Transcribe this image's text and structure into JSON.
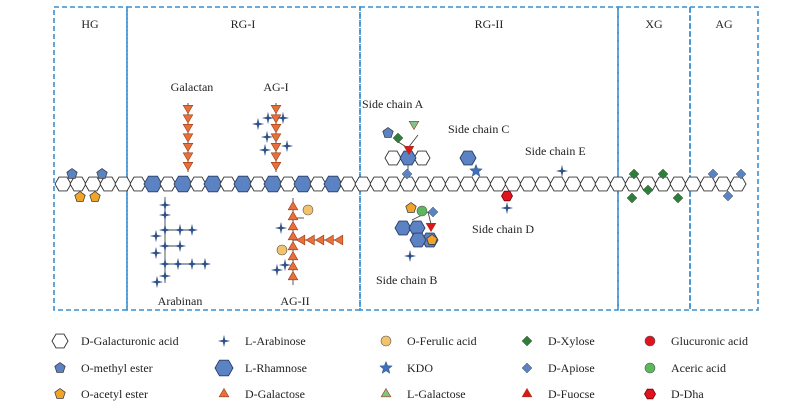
{
  "regions": [
    {
      "key": "hg",
      "label": "HG"
    },
    {
      "key": "rg1",
      "label": "RG-I"
    },
    {
      "key": "rg2",
      "label": "RG-II"
    },
    {
      "key": "xg",
      "label": "XG"
    },
    {
      "key": "ag",
      "label": "AG"
    }
  ],
  "labels": {
    "galactan": "Galactan",
    "ag1": "AG-I",
    "arabinan": "Arabinan",
    "ag2": "AG-II",
    "side_a": "Side chain A",
    "side_b": "Side chain B",
    "side_c": "Side chain C",
    "side_d": "Side chain D",
    "side_e": "Side chain E"
  },
  "legend": [
    {
      "symbol": "hexagon-white",
      "label": "D-Galacturonic acid"
    },
    {
      "symbol": "pentagon-blue",
      "label": "O-methyl ester"
    },
    {
      "symbol": "pentagon-orange",
      "label": "O-acetyl ester"
    },
    {
      "symbol": "star4-blue",
      "label": "L-Arabinose"
    },
    {
      "symbol": "hexagon-blue",
      "label": "L-Rhamnose"
    },
    {
      "symbol": "triangle-orange",
      "label": "D-Galactose"
    },
    {
      "symbol": "circle-yellow",
      "label": "O-Ferulic acid"
    },
    {
      "symbol": "star5-blue",
      "label": "KDO"
    },
    {
      "symbol": "triangle-green",
      "label": "L-Galactose"
    },
    {
      "symbol": "diamond-green",
      "label": "D-Xylose"
    },
    {
      "symbol": "diamond-blue",
      "label": "D-Apiose"
    },
    {
      "symbol": "triangle-red",
      "label": "D-Fuocse"
    },
    {
      "symbol": "circle-red",
      "label": "Glucuronic acid"
    },
    {
      "symbol": "circle-green",
      "label": "Aceric acid"
    },
    {
      "symbol": "hexagon-red",
      "label": "D-Dha"
    }
  ],
  "colors": {
    "frame": "#3a8fd0",
    "blue": "#5b82c2",
    "orange": "#e8703a",
    "yellow": "#f2c36b",
    "amber": "#f0a52a",
    "green_dark": "#2e7d3a",
    "green_light": "#5cb85c",
    "red": "#e0141e",
    "navy": "#2c4f8a"
  }
}
